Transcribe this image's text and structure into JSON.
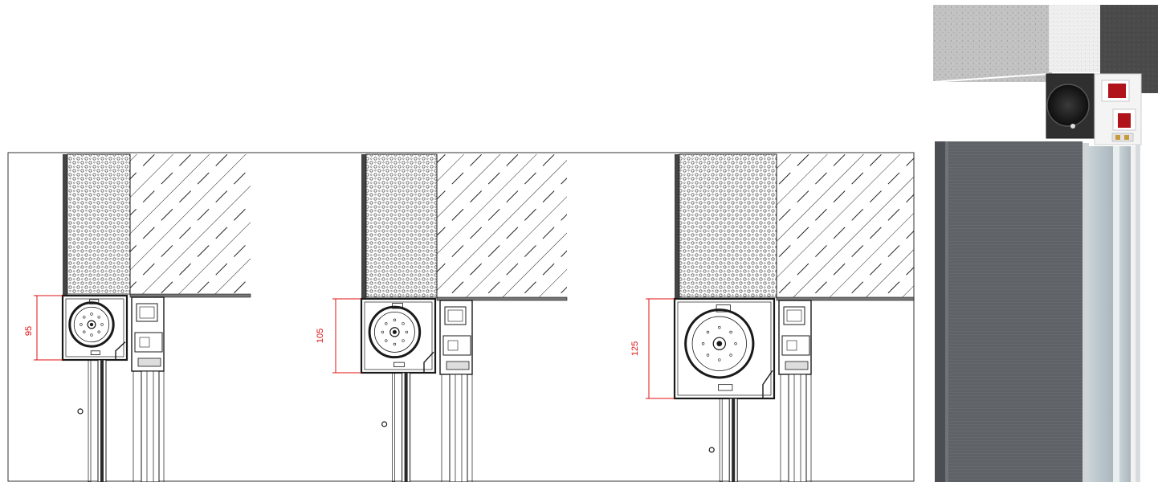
{
  "drawing": {
    "details": [
      {
        "label": "95"
      },
      {
        "label": "105"
      },
      {
        "label": "125"
      }
    ]
  },
  "colors": {
    "line": "#1a1a1a",
    "dimension": "#e01010",
    "concrete": "#bdbdbd",
    "insulation": "#ececec",
    "profile_red": "#b0131a",
    "shutter": "#5f6266",
    "glass": "#b9c6cc",
    "frame_white": "#f2f2f2"
  }
}
